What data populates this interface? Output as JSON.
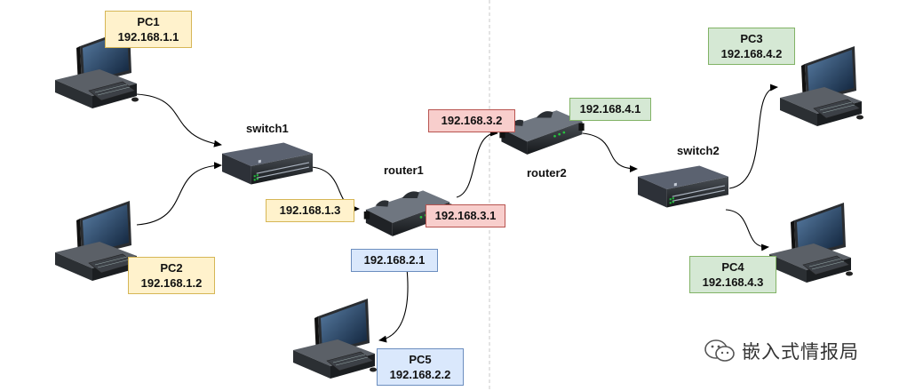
{
  "colors": {
    "yellow": {
      "bg": "#fff2cc",
      "border": "#d6b656"
    },
    "red": {
      "bg": "#f8cecc",
      "border": "#b85450"
    },
    "green": {
      "bg": "#d5e8d4",
      "border": "#82b366"
    },
    "blue": {
      "bg": "#dae8fc",
      "border": "#6c8ebf"
    }
  },
  "devices": {
    "switch1": "switch1",
    "router1": "router1",
    "router2": "router2",
    "switch2": "switch2"
  },
  "labels": {
    "pc1": {
      "name": "PC1",
      "ip": "192.168.1.1"
    },
    "pc2": {
      "name": "PC2",
      "ip": "192.168.1.2"
    },
    "pc3": {
      "name": "PC3",
      "ip": "192.168.4.2"
    },
    "pc4": {
      "name": "PC4",
      "ip": "192.168.4.3"
    },
    "pc5": {
      "name": "PC5",
      "ip": "192.168.2.2"
    },
    "router1_if_switch1": "192.168.1.3",
    "router1_if_router2": "192.168.3.1",
    "router1_if_pc5": "192.168.2.1",
    "router2_if_router1": "192.168.3.2",
    "router2_if_switch2": "192.168.4.1"
  },
  "watermark": "嵌入式情报局"
}
